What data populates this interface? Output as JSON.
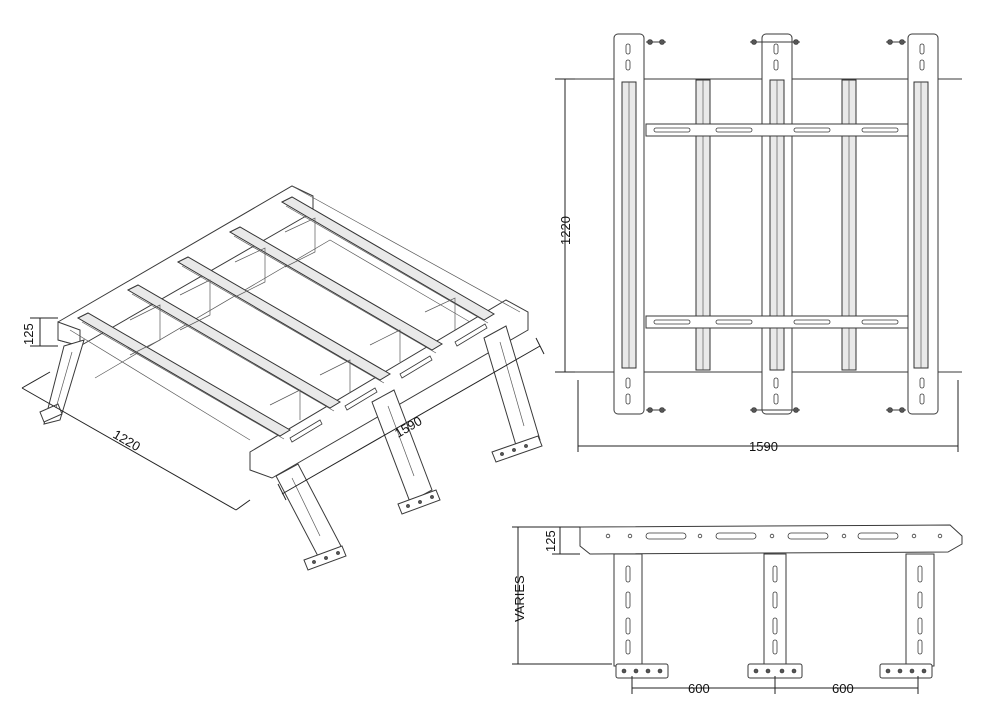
{
  "drawing": {
    "iso_view": {
      "height_dim": "125",
      "depth_dim": "1220",
      "width_dim": "1590"
    },
    "top_view": {
      "depth_dim": "1220",
      "width_dim": "1590"
    },
    "front_view": {
      "height_dim": "125",
      "leg_dim": "VARIES",
      "spacing_left": "600",
      "spacing_right": "600"
    }
  }
}
